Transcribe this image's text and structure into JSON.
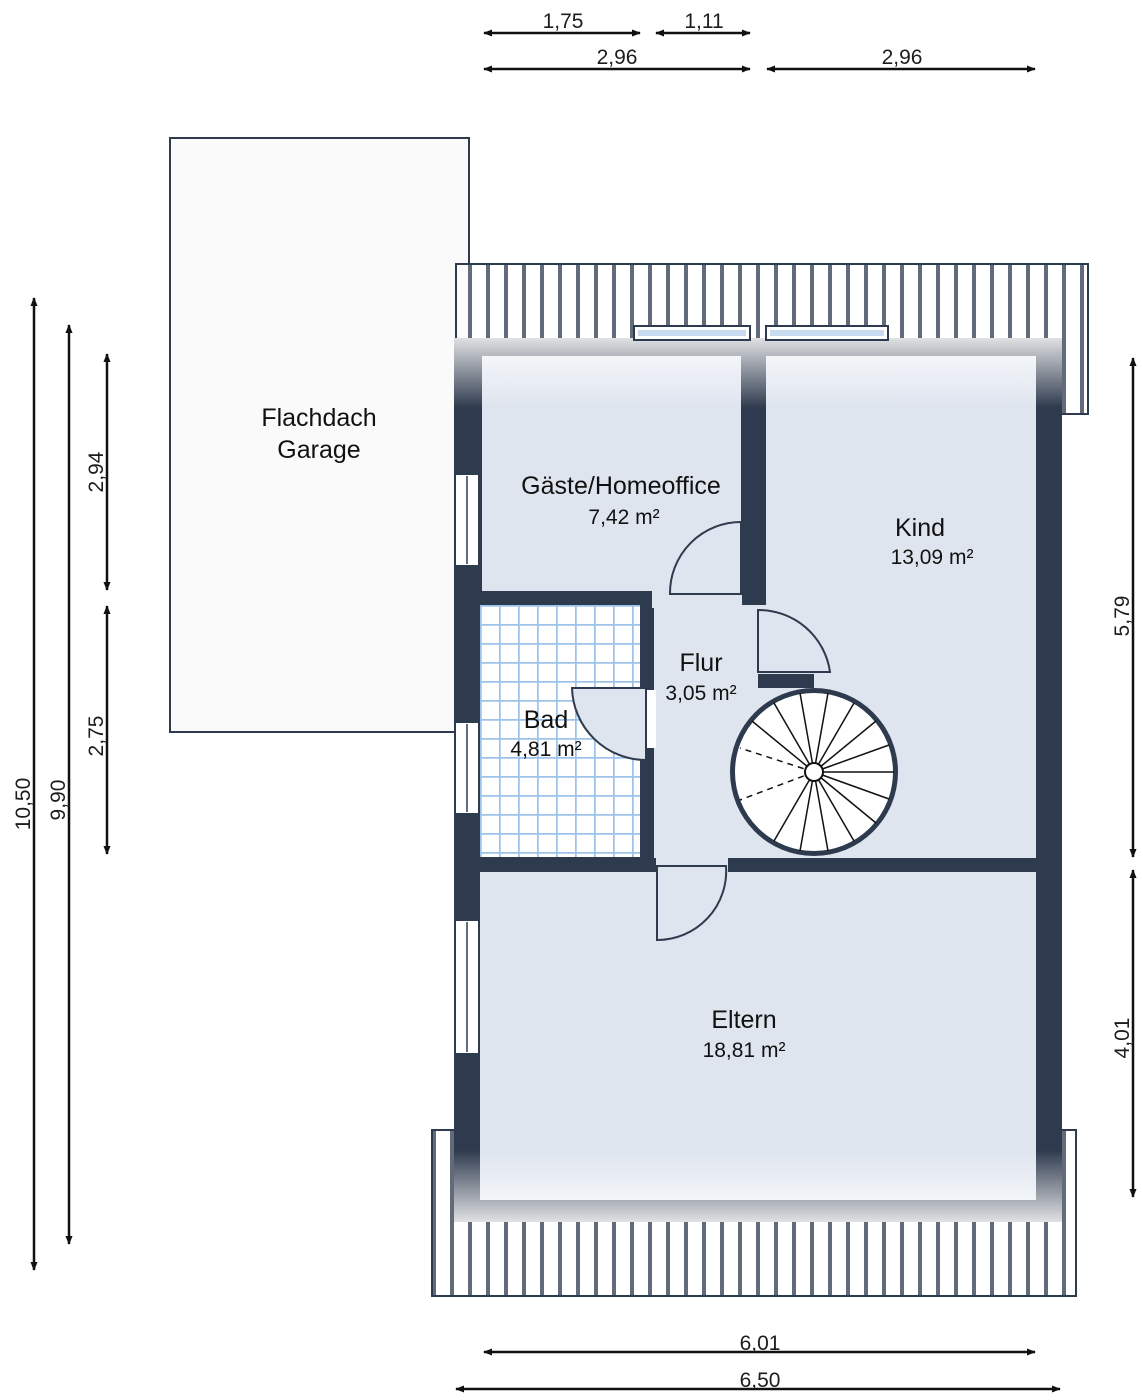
{
  "colors": {
    "wall": "#2e3a4d",
    "floor": "#dfe5ef",
    "tile_line": "#9dc3ea",
    "hatch": "#2e3a4d",
    "garage_fill": "#fafafa"
  },
  "garage": {
    "label_line1": "Flachdach",
    "label_line2": "Garage"
  },
  "rooms": {
    "guest": {
      "name": "Gäste/Homeoffice",
      "area": "7,42 m²"
    },
    "kid": {
      "name": "Kind",
      "area": "13,09 m²"
    },
    "hall": {
      "name": "Flur",
      "area": "3,05 m²"
    },
    "bath": {
      "name": "Bad",
      "area": "4,81 m²"
    },
    "parents": {
      "name": "Eltern",
      "area": "18,81 m²"
    }
  },
  "dimensions": {
    "top_a": "1,75",
    "top_b": "1,11",
    "top_c": "2,96",
    "top_d": "2,96",
    "bottom_inner": "6,01",
    "bottom_outer": "6,50",
    "left_outer": "10,50",
    "left_mid": "9,90",
    "left_upper": "2,94",
    "left_lower": "2,75",
    "right_upper": "5,79",
    "right_lower": "4,01"
  }
}
